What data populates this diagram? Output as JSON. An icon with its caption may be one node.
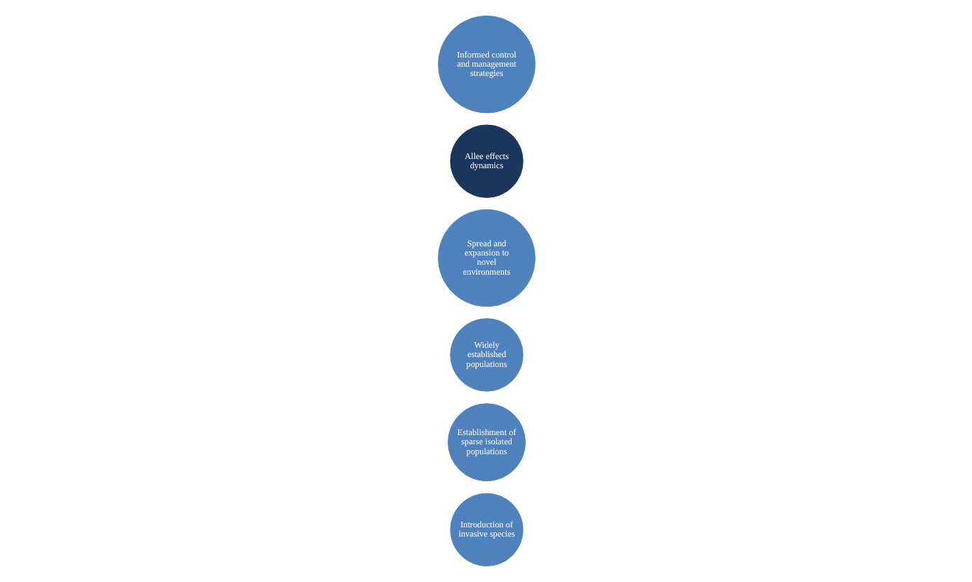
{
  "diagram": {
    "nodes": [
      {
        "text": [
          "Introduction of invasive species"
        ]
      },
      {
        "text": [
          "Establishment of sparse isolated populations"
        ]
      },
      {
        "text": [
          "Widely established populations"
        ]
      },
      {
        "text": [
          "Spread and expansion to novel environments"
        ]
      },
      {
        "text": [
          "Allee effects dynamics"
        ]
      },
      {
        "text": [
          "Informed control and management strategies"
        ]
      }
    ],
    "edges": []
  }
}
